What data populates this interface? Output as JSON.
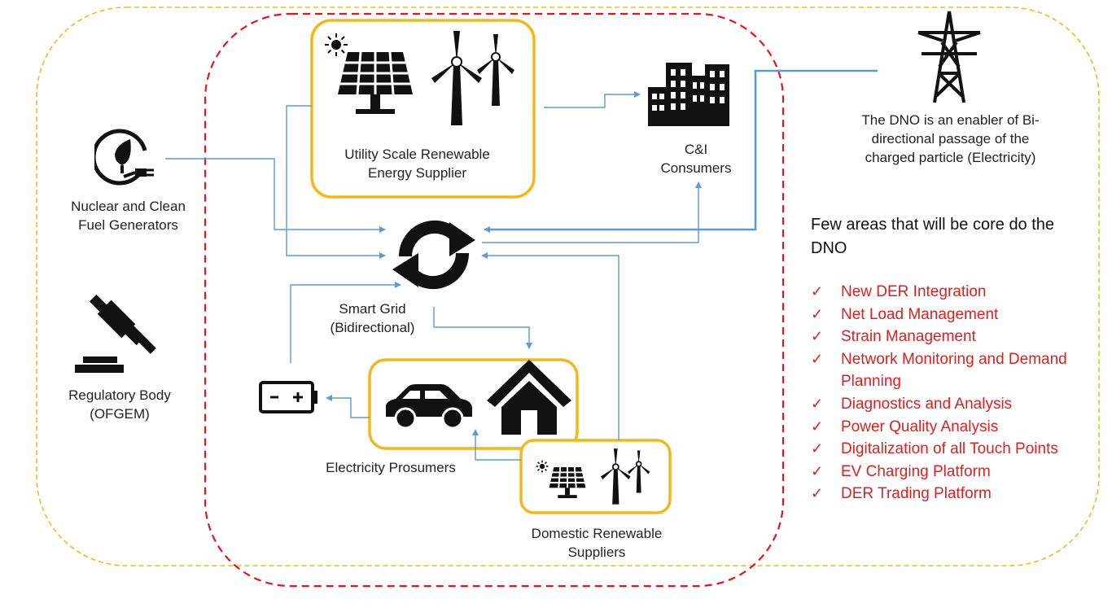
{
  "nodes": {
    "utility": {
      "label": "Utility Scale Renewable Energy Supplier"
    },
    "ci": {
      "label": "C&I Consumers"
    },
    "nuclear": {
      "label": "Nuclear and Clean Fuel Generators"
    },
    "regulator": {
      "label": "Regulatory Body (OFGEM)"
    },
    "smart_grid": {
      "label": "Smart Grid (Bidirectional)"
    },
    "prosumers": {
      "label": "Electricity Prosumers"
    },
    "domestic": {
      "label": "Domestic Renewable Suppliers"
    },
    "dno": {
      "label": "The DNO is an enabler of Bi-directional passage of the charged particle (Electricity)"
    }
  },
  "core_areas": {
    "title": "Few areas that will be core do the DNO",
    "check_glyph": "✓",
    "items": [
      "New DER Integration",
      "Net Load Management",
      "Strain Management",
      "Network Monitoring and Demand Planning",
      "Diagnostics and Analysis",
      "Power Quality Analysis",
      "Digitalization of all Touch Points",
      "EV Charging Platform",
      "DER Trading Platform"
    ]
  },
  "icons": [
    "sun-icon",
    "solar-panel-icon",
    "wind-turbine-icon",
    "buildings-icon",
    "transmission-tower-icon",
    "clean-energy-plug-icon",
    "gavel-icon",
    "refresh-icon",
    "battery-icon",
    "car-icon",
    "house-icon"
  ],
  "colors": {
    "outer_border": "#f4b91c",
    "inner_border": "#e8141c",
    "box_border": "#f2b81a",
    "connector": "#5b9bd5",
    "core_text": "#e01e1e"
  }
}
